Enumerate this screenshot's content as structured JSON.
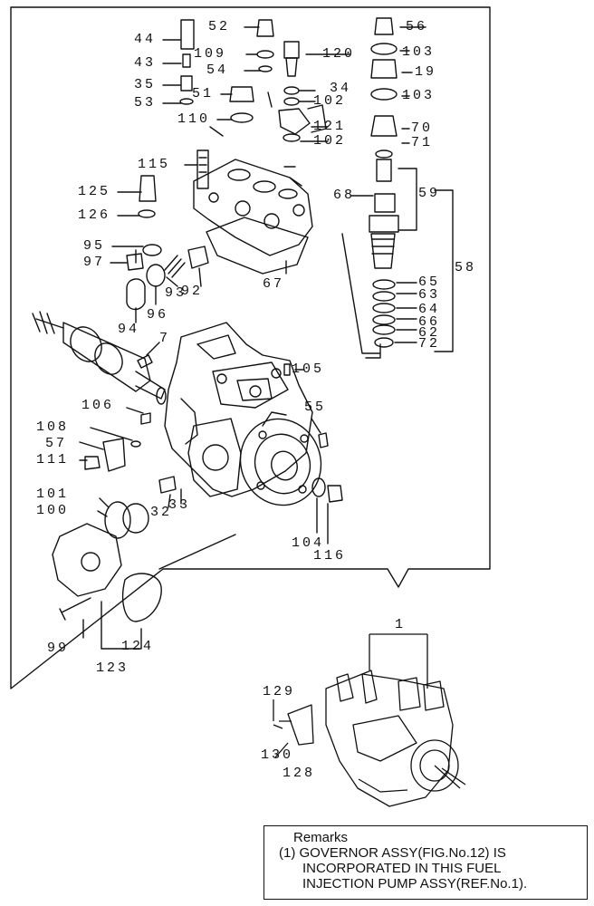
{
  "callouts": [
    {
      "id": "c44",
      "label": "44"
    },
    {
      "id": "c43",
      "label": "43"
    },
    {
      "id": "c35",
      "label": "35"
    },
    {
      "id": "c53",
      "label": "53"
    },
    {
      "id": "c52",
      "label": "52"
    },
    {
      "id": "c109",
      "label": "109"
    },
    {
      "id": "c54",
      "label": "54"
    },
    {
      "id": "c51",
      "label": "51"
    },
    {
      "id": "c110",
      "label": "110"
    },
    {
      "id": "c120",
      "label": "120"
    },
    {
      "id": "c34",
      "label": "34"
    },
    {
      "id": "c102a",
      "label": "102"
    },
    {
      "id": "c121",
      "label": "121"
    },
    {
      "id": "c102b",
      "label": "102"
    },
    {
      "id": "c56",
      "label": "56"
    },
    {
      "id": "c103a",
      "label": "103"
    },
    {
      "id": "c19",
      "label": "19"
    },
    {
      "id": "c103b",
      "label": "103"
    },
    {
      "id": "c70",
      "label": "70"
    },
    {
      "id": "c71",
      "label": "71"
    },
    {
      "id": "c115",
      "label": "115"
    },
    {
      "id": "c125",
      "label": "125"
    },
    {
      "id": "c126",
      "label": "126"
    },
    {
      "id": "c68",
      "label": "68"
    },
    {
      "id": "c59",
      "label": "59"
    },
    {
      "id": "c95",
      "label": "95"
    },
    {
      "id": "c97",
      "label": "97"
    },
    {
      "id": "c58",
      "label": "58"
    },
    {
      "id": "c65",
      "label": "65"
    },
    {
      "id": "c63",
      "label": "63"
    },
    {
      "id": "c64",
      "label": "64"
    },
    {
      "id": "c66",
      "label": "66"
    },
    {
      "id": "c62",
      "label": "62"
    },
    {
      "id": "c72",
      "label": "72"
    },
    {
      "id": "c96",
      "label": "96"
    },
    {
      "id": "c93",
      "label": "93"
    },
    {
      "id": "c92",
      "label": "92"
    },
    {
      "id": "c67",
      "label": "67"
    },
    {
      "id": "c94",
      "label": "94"
    },
    {
      "id": "c7",
      "label": "7"
    },
    {
      "id": "c105",
      "label": "105"
    },
    {
      "id": "c106",
      "label": "106"
    },
    {
      "id": "c55",
      "label": "55"
    },
    {
      "id": "c108",
      "label": "108"
    },
    {
      "id": "c57",
      "label": "57"
    },
    {
      "id": "c111",
      "label": "111"
    },
    {
      "id": "c101",
      "label": "101"
    },
    {
      "id": "c100",
      "label": "100"
    },
    {
      "id": "c32",
      "label": "32"
    },
    {
      "id": "c33",
      "label": "33"
    },
    {
      "id": "c104",
      "label": "104"
    },
    {
      "id": "c116",
      "label": "116"
    },
    {
      "id": "c99",
      "label": "99"
    },
    {
      "id": "c124",
      "label": "124"
    },
    {
      "id": "c123",
      "label": "123"
    },
    {
      "id": "c1",
      "label": "1"
    },
    {
      "id": "c129",
      "label": "129"
    },
    {
      "id": "c130",
      "label": "130"
    },
    {
      "id": "c128",
      "label": "128"
    }
  ],
  "remarks": {
    "title": "Remarks",
    "lines": [
      "(1) GOVERNOR ASSY(FIG.No.12) IS",
      "INCORPORATED IN THIS FUEL",
      "INJECTION PUMP ASSY(REF.No.1)."
    ]
  }
}
